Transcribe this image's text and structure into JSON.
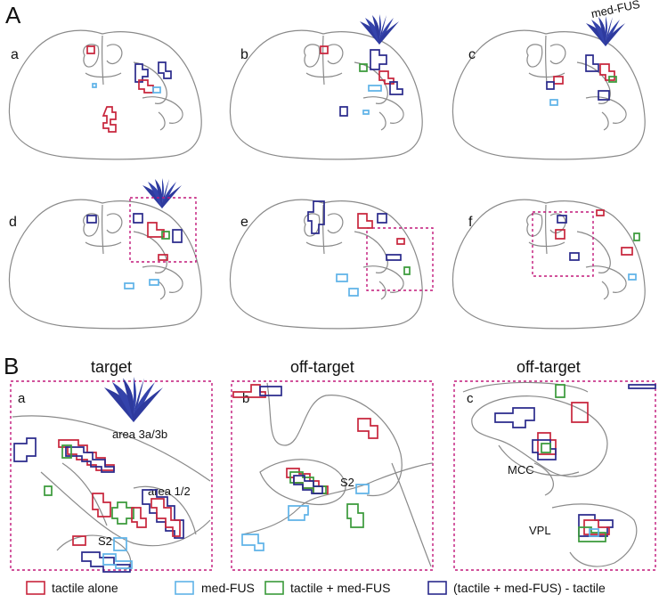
{
  "panel_A": {
    "label": "A",
    "subpanels": [
      "a",
      "b",
      "c",
      "d",
      "e",
      "f"
    ],
    "transducer_label": "med-FUS"
  },
  "panel_B": {
    "label": "B",
    "columns": [
      {
        "letter": "a",
        "title": "target",
        "labels": [
          "area 3a/3b",
          "area 1/2",
          "S2"
        ]
      },
      {
        "letter": "b",
        "title": "off-target",
        "labels": [
          "S2"
        ]
      },
      {
        "letter": "c",
        "title": "off-target",
        "labels": [
          "MCC",
          "VPL"
        ]
      }
    ]
  },
  "legend": [
    {
      "label": "tactile alone",
      "color": "#c8253c"
    },
    {
      "label": "med-FUS",
      "color": "#5fb3e8"
    },
    {
      "label": "tactile + med-FUS",
      "color": "#3a9a3a"
    },
    {
      "label": "(tactile + med-FUS) - tactile",
      "color": "#2a2a8c"
    }
  ],
  "colors": {
    "tactile_alone": "#c8253c",
    "med_fus": "#5fb3e8",
    "tactile_plus_fus": "#3a9a3a",
    "difference": "#2a2a8c",
    "dashed_box": "#c2187a",
    "transducer": "#2e3a9e"
  }
}
